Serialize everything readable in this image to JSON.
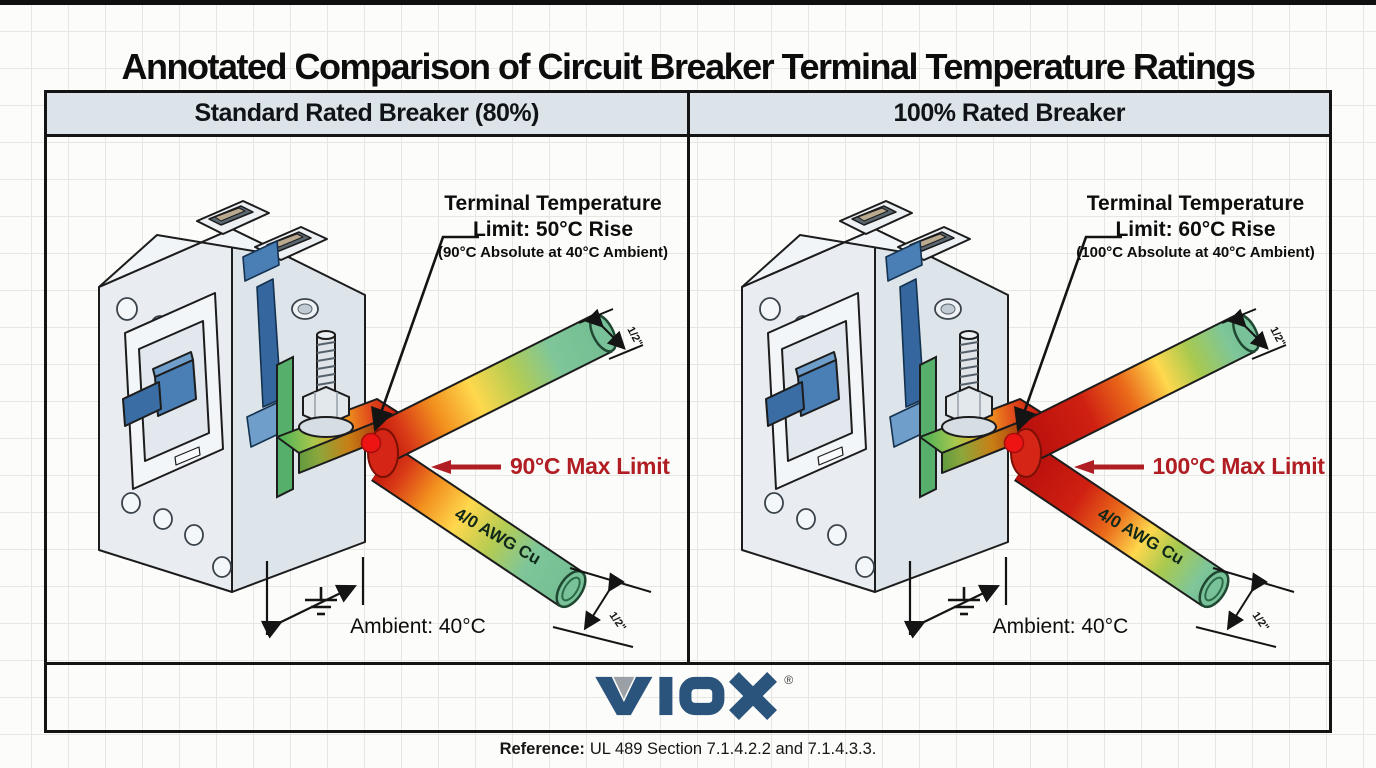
{
  "page": {
    "title": "Annotated Comparison of Circuit Breaker Terminal Temperature Ratings",
    "reference_label": "Reference:",
    "reference_text": "UL 489 Section 7.1.4.2.2 and 7.1.4.3.3."
  },
  "brand": {
    "logo": "VIOX",
    "registered": "®"
  },
  "panels": [
    {
      "id": "standard-rated",
      "header": "Standard Rated Breaker (80%)",
      "terminal_note": {
        "line1": "Terminal Temperature",
        "line2": "Limit: 50°C Rise",
        "line3": "(90°C Absolute at 40°C Ambient)"
      },
      "max_limit": "90°C Max Limit",
      "wire_label": "4/0 AWG Cu",
      "ambient": "Ambient: 40°C",
      "wire_dim_top": "1/2\"",
      "wire_dim_bottom": "1/2\""
    },
    {
      "id": "hundred-rated",
      "header": "100% Rated Breaker",
      "terminal_note": {
        "line1": "Terminal Temperature",
        "line2": "Limit: 60°C Rise",
        "line3": "(100°C Absolute at 40°C Ambient)"
      },
      "max_limit": "100°C Max Limit",
      "wire_label": "4/0 AWG Cu",
      "ambient": "Ambient: 40°C",
      "wire_dim_top": "1/2\"",
      "wire_dim_bottom": "1/2\""
    }
  ],
  "colors": {
    "accent_red": "#b01e23",
    "header_bg": "#dce3e9",
    "logo_blue": "#2b547c",
    "hot_red": "#c3150c",
    "warm_orange": "#f2901e",
    "warm_yellow": "#ffd84d",
    "cool_green": "#74bd92",
    "breaker_blue": "#4a7fb5"
  }
}
